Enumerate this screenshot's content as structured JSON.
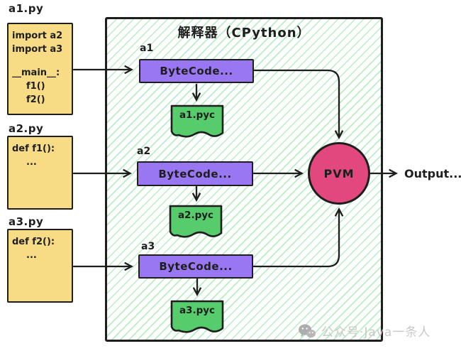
{
  "diagram": {
    "title": "解释器（CPython）",
    "source_files": [
      {
        "name": "a1.py",
        "lines": [
          "import a2",
          "import a3",
          "__main__:",
          "f1()",
          "f2()"
        ]
      },
      {
        "name": "a2.py",
        "lines": [
          "def f1():",
          "..."
        ]
      },
      {
        "name": "a3.py",
        "lines": [
          "def f2():",
          "..."
        ]
      }
    ],
    "bytecode_nodes": [
      {
        "label": "a1",
        "text": "ByteCode...",
        "pyc": "a1.pyc"
      },
      {
        "label": "a2",
        "text": "ByteCode...",
        "pyc": "a2.pyc"
      },
      {
        "label": "a3",
        "text": "ByteCode...",
        "pyc": "a3.pyc"
      }
    ],
    "pvm_label": "PVM",
    "output_label": "Output...",
    "watermark_text": "公众号·Java一条人",
    "colors": {
      "ink": "#1e1e1e",
      "file_fill": "#f8dc85",
      "bytecode_fill": "#9a77f2",
      "pyc_fill": "#56cc6c",
      "pvm_fill": "#e2487d",
      "hatch_green": "#80de94",
      "watermark_gray": "#c6c6c6"
    }
  }
}
